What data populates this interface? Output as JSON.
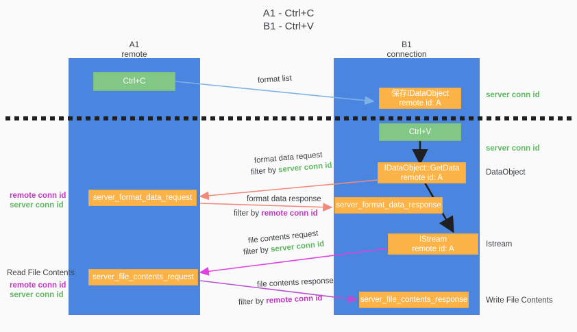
{
  "title": {
    "line1": "A1 - Ctrl+C",
    "line2": "B1 - Ctrl+V"
  },
  "columns": [
    {
      "name": "A1",
      "sub": "remote"
    },
    {
      "name": "B1",
      "sub": "connection"
    }
  ],
  "nodes": {
    "ctrl_c": {
      "label": "Ctrl+C"
    },
    "ctrl_v": {
      "label": "Ctrl+V"
    },
    "save_idataobject": {
      "line1": "保存IDataObject",
      "line2": "remote id: A"
    },
    "getdata": {
      "line1": "IDataObject::GetData",
      "line2": "remote id: A"
    },
    "istream": {
      "line1": "IStream",
      "line2": "remote id: A"
    },
    "server_format_data_request": {
      "label": "server_format_data_request"
    },
    "server_format_data_response": {
      "label": "server_format_data_response"
    },
    "server_file_contents_request": {
      "label": "server_file_contents_request"
    },
    "server_file_contents_response": {
      "label": "server_file_contents_response"
    }
  },
  "edge_labels": {
    "format_list": "format list",
    "format_data_request": "format data request",
    "format_data_request_filter_prefix": "filter by ",
    "format_data_request_filter_key": "server conn id",
    "format_data_response": "format data response",
    "format_data_response_filter_prefix": "filter by ",
    "format_data_response_filter_key": "remote conn id",
    "file_contents_request": "file contents request",
    "file_contents_request_filter_prefix": "filter by ",
    "file_contents_request_filter_key": "server conn id",
    "file_contents_response": "file contents response",
    "file_contents_response_filter_prefix": "filter by ",
    "file_contents_response_filter_key": "remote conn id"
  },
  "right_labels": {
    "server_conn_id_top": "server conn id",
    "server_conn_id_mid": "server conn id",
    "dataobject": "DataObject",
    "istream": "Istream",
    "write_file_contents": "Write File Contents"
  },
  "left_labels": {
    "remote_conn_id_1": "remote conn id",
    "server_conn_id_1": "server conn id",
    "read_file_contents": "Read File Contents",
    "remote_conn_id_2": "remote conn id",
    "server_conn_id_2": "server conn id"
  },
  "colors": {
    "lane": "#4a86e0",
    "green_node": "#82c785",
    "orange_node": "#fbb347",
    "green_text": "#60b862",
    "purple_text": "#c238c2",
    "arrow_blue": "#7eb3e8",
    "arrow_red": "#f08a7a",
    "arrow_magenta": "#e040e0",
    "arrow_purple": "#b94fd0",
    "arrow_black": "#1f1f1f",
    "background": "#fafafa"
  }
}
